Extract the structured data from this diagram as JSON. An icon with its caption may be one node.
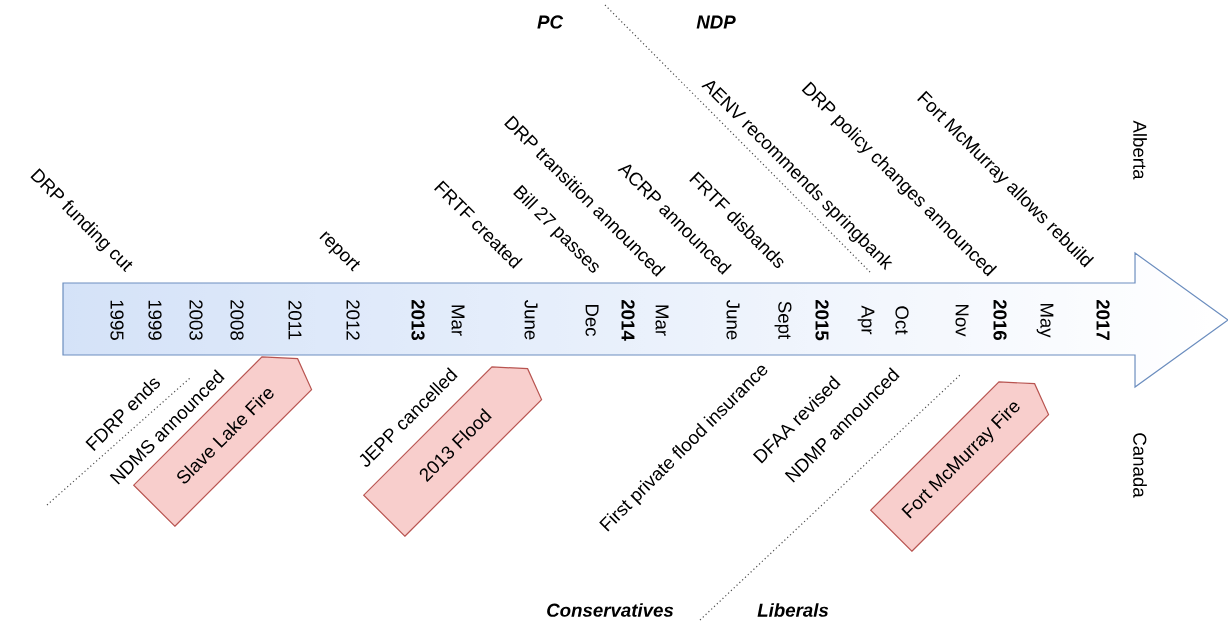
{
  "diagram": {
    "nodes": [
      {
        "text": [
          "1995",
          "1999",
          "2003",
          "2008",
          "2011",
          "2012",
          "2013",
          "Mar",
          "June",
          "Dec",
          "2014",
          "Mar",
          "June",
          "Sept",
          "2015",
          "Apr",
          "Oct",
          "Nov",
          "2016",
          "May",
          "2017"
        ]
      },
      {
        "text": [
          "Slave Lake Fire"
        ]
      },
      {
        "text": [
          "2013 Flood"
        ]
      },
      {
        "text": [
          "Fort McMurray Fire"
        ]
      }
    ],
    "labels": [
      "PC",
      "NDP",
      "DRP funding cut",
      "report",
      "FRTF created",
      "Bill 27 passes",
      "DRP transition announced",
      "ACRP announced",
      "FRTF disbands",
      "AENV recommends springbank",
      "DRP policy changes announced",
      "Fort McMurray allows rebuild",
      "Alberta",
      "FDRP ends",
      "NDMS announced",
      "JEPP cancelled",
      "First private flood insurance",
      "DFAA revised",
      "NDMP announced",
      "Canada",
      "Conservatives",
      "Liberals"
    ]
  }
}
